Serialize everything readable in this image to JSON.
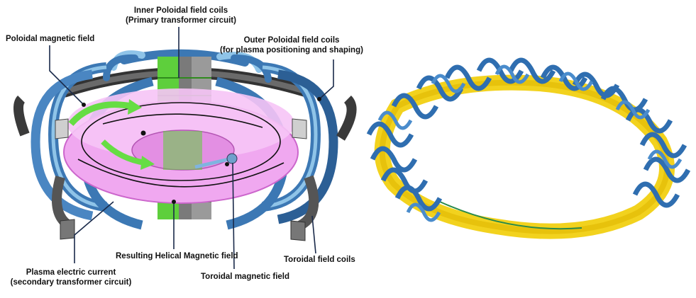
{
  "labels": {
    "inner_poloidal_line1": "Inner Poloidal field coils",
    "inner_poloidal_line2": "(Primary transformer circuit)",
    "poloidal_field": "Poloidal magnetic field",
    "outer_poloidal_line1": "Outer Poloidal field coils",
    "outer_poloidal_line2": "(for plasma positioning and shaping)",
    "helical_field": "Resulting Helical Magnetic field",
    "toroidal_coils": "Toroidal field coils",
    "plasma_current_line1": "Plasma electric current",
    "plasma_current_line2": "(secondary transformer circuit)",
    "toroidal_field": "Toroidal magnetic field"
  },
  "colors": {
    "coil_blue": "#3c78b4",
    "coil_light": "#8fc4e8",
    "outer_coil": "#4a4a4a",
    "plasma": "#f0a8f0",
    "plasma_edge": "#cc66cc",
    "green": "#66dd44",
    "yellow": "#f2d21e",
    "stellarator_blue": "#2f6eb0"
  }
}
